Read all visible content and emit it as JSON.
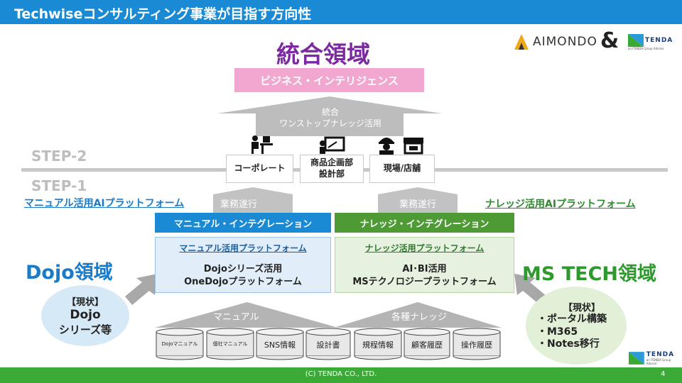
{
  "header": {
    "title": "Techwiseコンサルティング事業が目指す方向性"
  },
  "logos": {
    "aimondo": "AIMONDO",
    "ampersand": "&",
    "tenda": "TENDA",
    "tenda_sub": "an ITENDA Group Advisor"
  },
  "integrated": {
    "title": "統合領域",
    "bi_label": "ビジネス・インテリジェンス",
    "arrow_line1": "統合",
    "arrow_line2": "ワンストップナレッジ活用"
  },
  "steps": {
    "step2": "STEP-2",
    "step1": "STEP-1"
  },
  "roles": [
    {
      "label": "コーポレート",
      "icon": "desk-worker-icon"
    },
    {
      "label": "商品企画部\n設計部",
      "icon": "presentation-board-icon"
    },
    {
      "label": "現場/店舗",
      "icon": "worker-and-store-icon"
    }
  ],
  "arrows": {
    "left": "業務遂行",
    "right": "業務遂行"
  },
  "platform_labels": {
    "manual": "マニュアル活用AIプラットフォーム",
    "knowledge": "ナレッジ活用AIプラットフォーム"
  },
  "integration": {
    "manual": "マニュアル・インテグレーション",
    "knowledge": "ナレッジ・インテグレーション"
  },
  "manual_platform": {
    "head": "マニュアル活用プラットフォーム",
    "line1": "Dojoシリーズ活用",
    "line2": "OneDojoプラットフォーム"
  },
  "knowledge_platform": {
    "head": "ナレッジ活用プラットフォーム",
    "line1": "AI･BI活用",
    "line2": "MSテクノロジープラットフォーム"
  },
  "dojo": {
    "title": "Dojo領域",
    "status": "【現状】",
    "line2": "Dojo",
    "line3": "シリーズ等"
  },
  "ms": {
    "title": "MS TECH領域",
    "status": "【現状】",
    "items": [
      "・ポータル構築",
      "・M365",
      "・Notes移行"
    ]
  },
  "bottom": {
    "left": "マニュアル",
    "right": "各種ナレッジ"
  },
  "sources": [
    "Dojoマニュアル",
    "個社マニュアル",
    "SNS情報",
    "設計書",
    "規程情報",
    "顧客履歴",
    "操作履歴"
  ],
  "footer": {
    "copyright": "(C) TENDA CO., LTD.",
    "page": "4"
  },
  "colors": {
    "blue": "#1a8ad4",
    "green": "#3aa935",
    "purple": "#7b2aa0",
    "pink": "#f1a7cf"
  }
}
